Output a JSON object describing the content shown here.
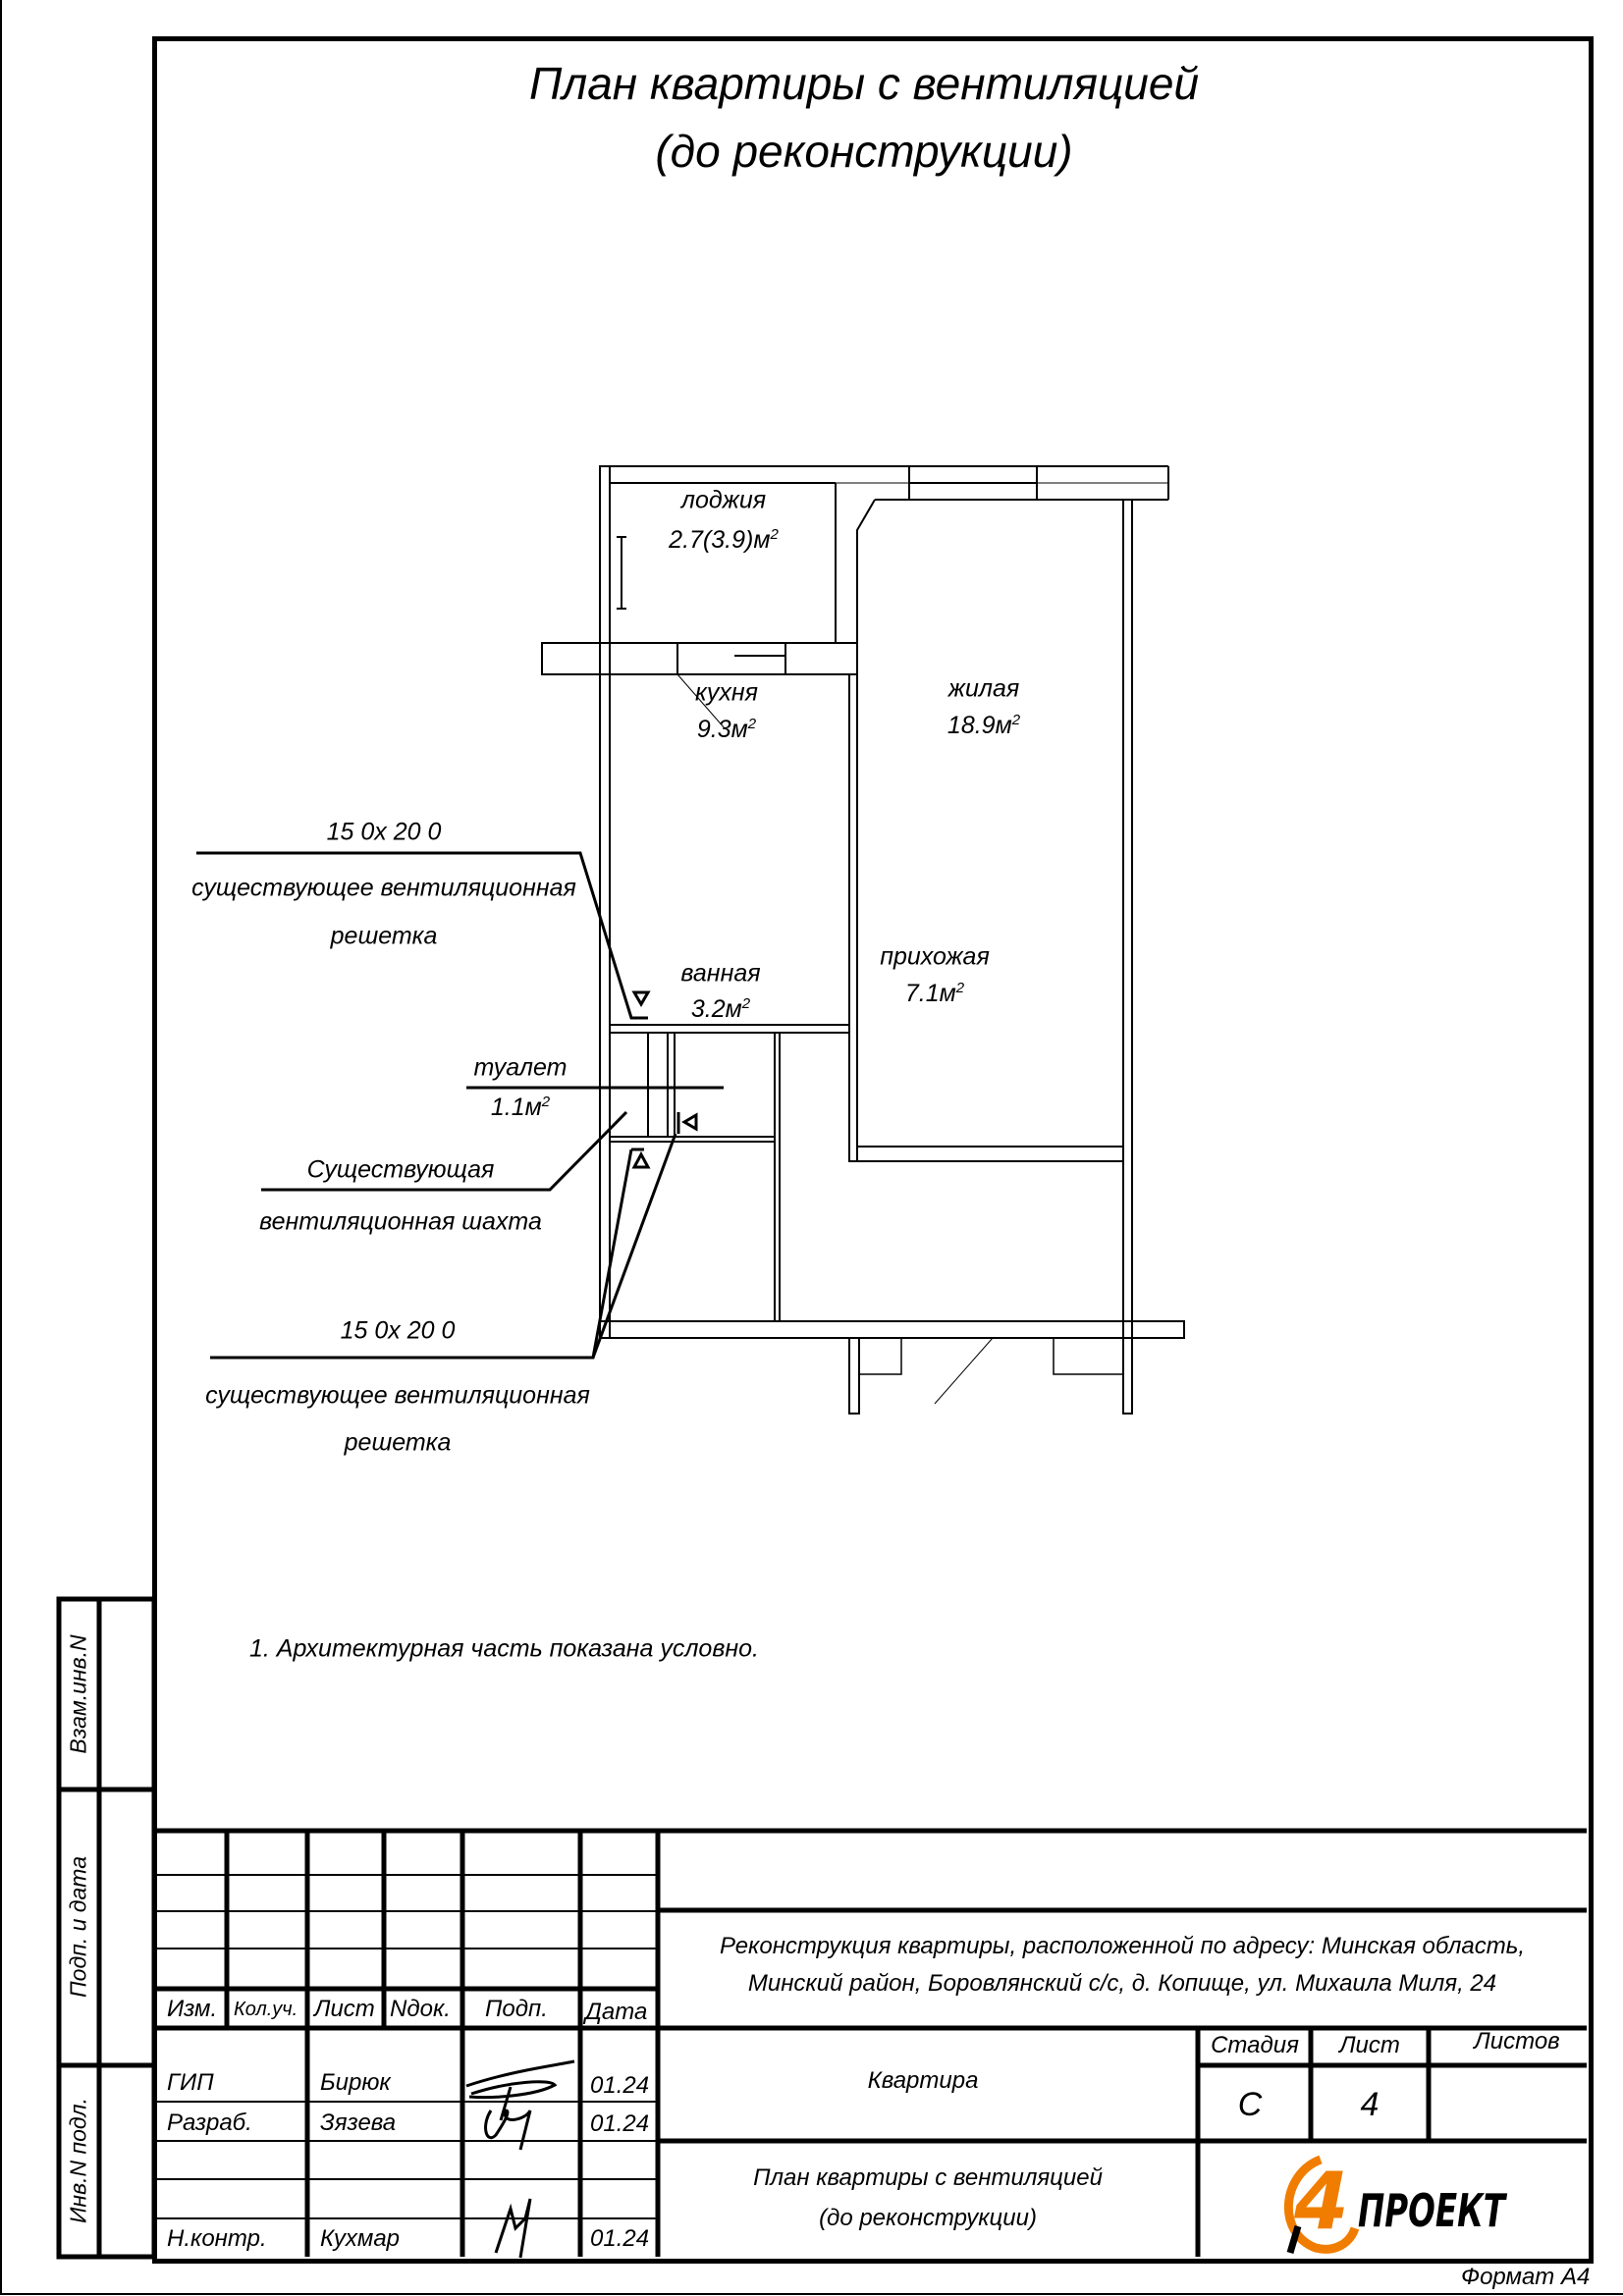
{
  "sheet": {
    "title_line1": "План квартиры с вентиляцией",
    "title_line2": "(до реконструкции)",
    "note": "1. Архитектурная часть показана условно.",
    "format": "Формат А4"
  },
  "plan": {
    "rooms": [
      {
        "name": "лоджия",
        "area": "2.7(3.9)м",
        "sup": "2"
      },
      {
        "name": "кухня",
        "area": "9.3м",
        "sup": "2"
      },
      {
        "name": "жилая",
        "area": "18.9м",
        "sup": "2"
      },
      {
        "name": "туалет",
        "area": "1.1м",
        "sup": "2"
      },
      {
        "name": "ванная",
        "area": "3.2м",
        "sup": "2"
      },
      {
        "name": "прихожая",
        "area": "7.1м",
        "sup": "2"
      }
    ],
    "callouts": [
      {
        "size": "15 0х 20 0",
        "line1": "существующее вентиляционная",
        "line2": "решетка"
      },
      {
        "line1": "Существующая",
        "line2": "вентиляционная шахта"
      },
      {
        "size": "15 0х 20 0",
        "line1": "существующее вентиляционная",
        "line2": "решетка"
      }
    ]
  },
  "side_stamp": {
    "replace_inv": "Взам.инв.N",
    "sign_date": "Подп. и дата",
    "inv_orig": "Инв.N подл."
  },
  "title_block": {
    "headers": [
      "Изм.",
      "Кол.уч.",
      "Лист",
      "Nдок.",
      "Подп.",
      "Дата"
    ],
    "people": [
      {
        "role": "ГИП",
        "name": "Бирюк",
        "date": "01.24"
      },
      {
        "role": "Разраб.",
        "name": "Зязева",
        "date": "01.24"
      },
      {
        "role": "Н.контр.",
        "name": "Кухмар",
        "date": "01.24"
      }
    ],
    "address_line1": "Реконструкция квартиры, расположенной по адресу: Минская область,",
    "address_line2": "Минский район, Боровлянский с/с, д. Копище, ул. Михаила Миля, 24",
    "object": "Квартира",
    "stage_label": "Стадия",
    "sheet_label": "Лист",
    "sheets_label": "Листов",
    "stage": "С",
    "sheet_no": "4",
    "sheets_total": "",
    "drawing_title_line1": "План квартиры с вентиляцией",
    "drawing_title_line2": "(до реконструкции)",
    "logo_text": "4ПРОЕКТ",
    "logo_color": "#f07d00"
  }
}
